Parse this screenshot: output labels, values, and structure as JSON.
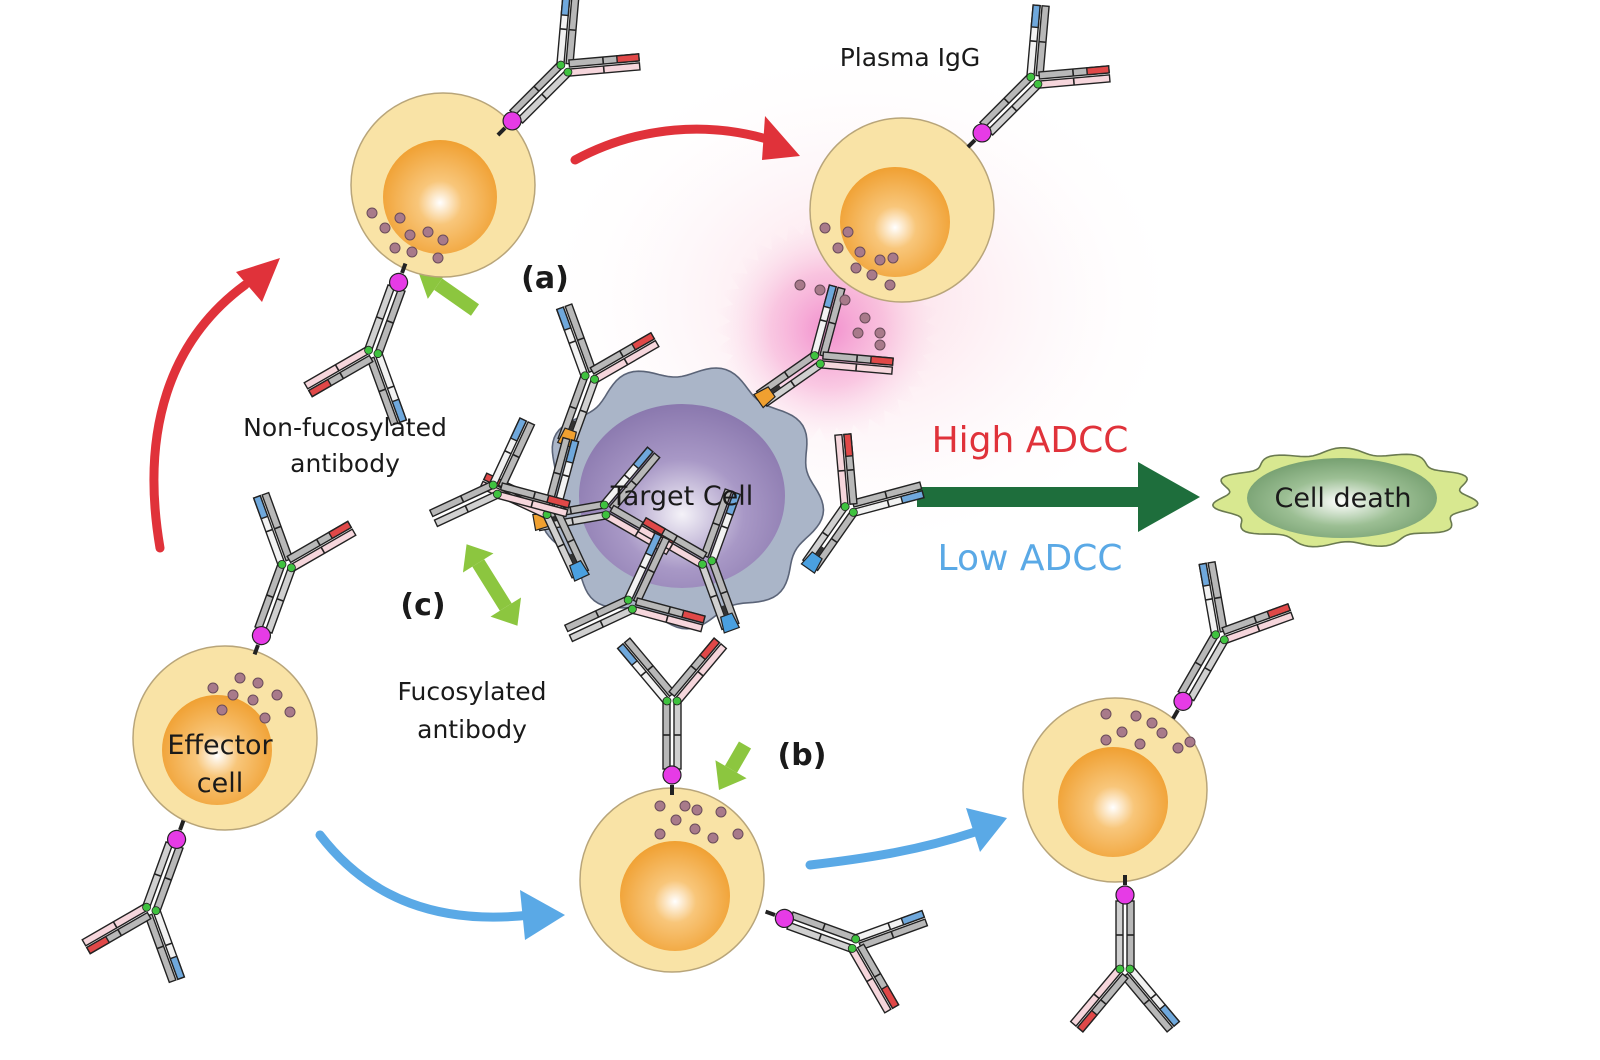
{
  "labels": {
    "plasma_igg": "Plasma IgG",
    "target_cell": "Target Cell",
    "high_adcc": "High ADCC",
    "low_adcc": "Low ADCC",
    "cell_death": "Cell death",
    "non_fucosylated_1": "Non-fucosylated",
    "non_fucosylated_2": "antibody",
    "fucosylated_1": "Fucosylated",
    "fucosylated_2": "antibody",
    "effector_1": "Effector",
    "effector_2": "cell",
    "step_a": "(a)",
    "step_b": "(b)",
    "step_c": "(c)"
  },
  "colors": {
    "high_adcc": "#e0323a",
    "low_adcc": "#5aa9e6",
    "main_arrow": "#1e6e3c",
    "green_arrow": "#8cc63f",
    "cell_cytoplasm": "#f9e3a6",
    "cell_nucleus": "#f0a032",
    "target_membrane": "#aab5c8",
    "target_nucleus": "#8c7bb0",
    "death_outer": "#d8e890",
    "death_inner": "#6f9a6a",
    "receptor": "#e63be6",
    "fuc_antigen": "#f0a030",
    "nonfuc_antigen": "#4aa0e0"
  }
}
